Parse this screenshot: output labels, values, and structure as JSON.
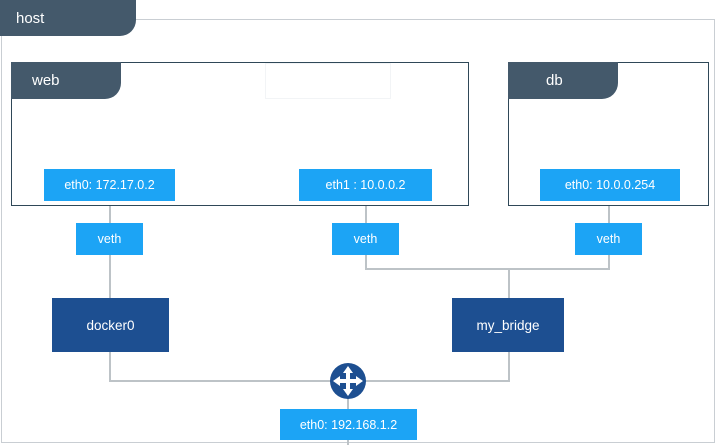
{
  "diagram": {
    "title": "host",
    "type": "network-topology"
  },
  "host": {
    "tab_label": "host"
  },
  "containers": [
    {
      "id": "web",
      "tab_label": "web"
    },
    {
      "id": "db",
      "tab_label": "db"
    }
  ],
  "interfaces": [
    {
      "id": "web-eth0",
      "label": "eth0: 172.17.0.2",
      "parent": "web"
    },
    {
      "id": "web-eth1",
      "label": "eth1 : 10.0.0.2",
      "parent": "web"
    },
    {
      "id": "db-eth0",
      "label": "eth0: 10.0.0.254",
      "parent": "db"
    },
    {
      "id": "host-eth0",
      "label": "eth0: 192.168.1.2",
      "parent": "host"
    }
  ],
  "veths": [
    {
      "id": "veth-left",
      "label": "veth"
    },
    {
      "id": "veth-middle",
      "label": "veth"
    },
    {
      "id": "veth-right",
      "label": "veth"
    }
  ],
  "bridges": [
    {
      "id": "docker0",
      "label": "docker0"
    },
    {
      "id": "my_bridge",
      "label": "my_bridge"
    }
  ],
  "router": {
    "icon": "router-four-way-arrow-icon"
  },
  "colors": {
    "tab_dark": "#44596b",
    "chip_blue": "#1ca4f5",
    "bridge_navy": "#1d4f91",
    "line_gray": "#bdc3c7",
    "frame_gray": "#c9ced3",
    "container_border": "#2f4858",
    "background": "#ffffff"
  }
}
